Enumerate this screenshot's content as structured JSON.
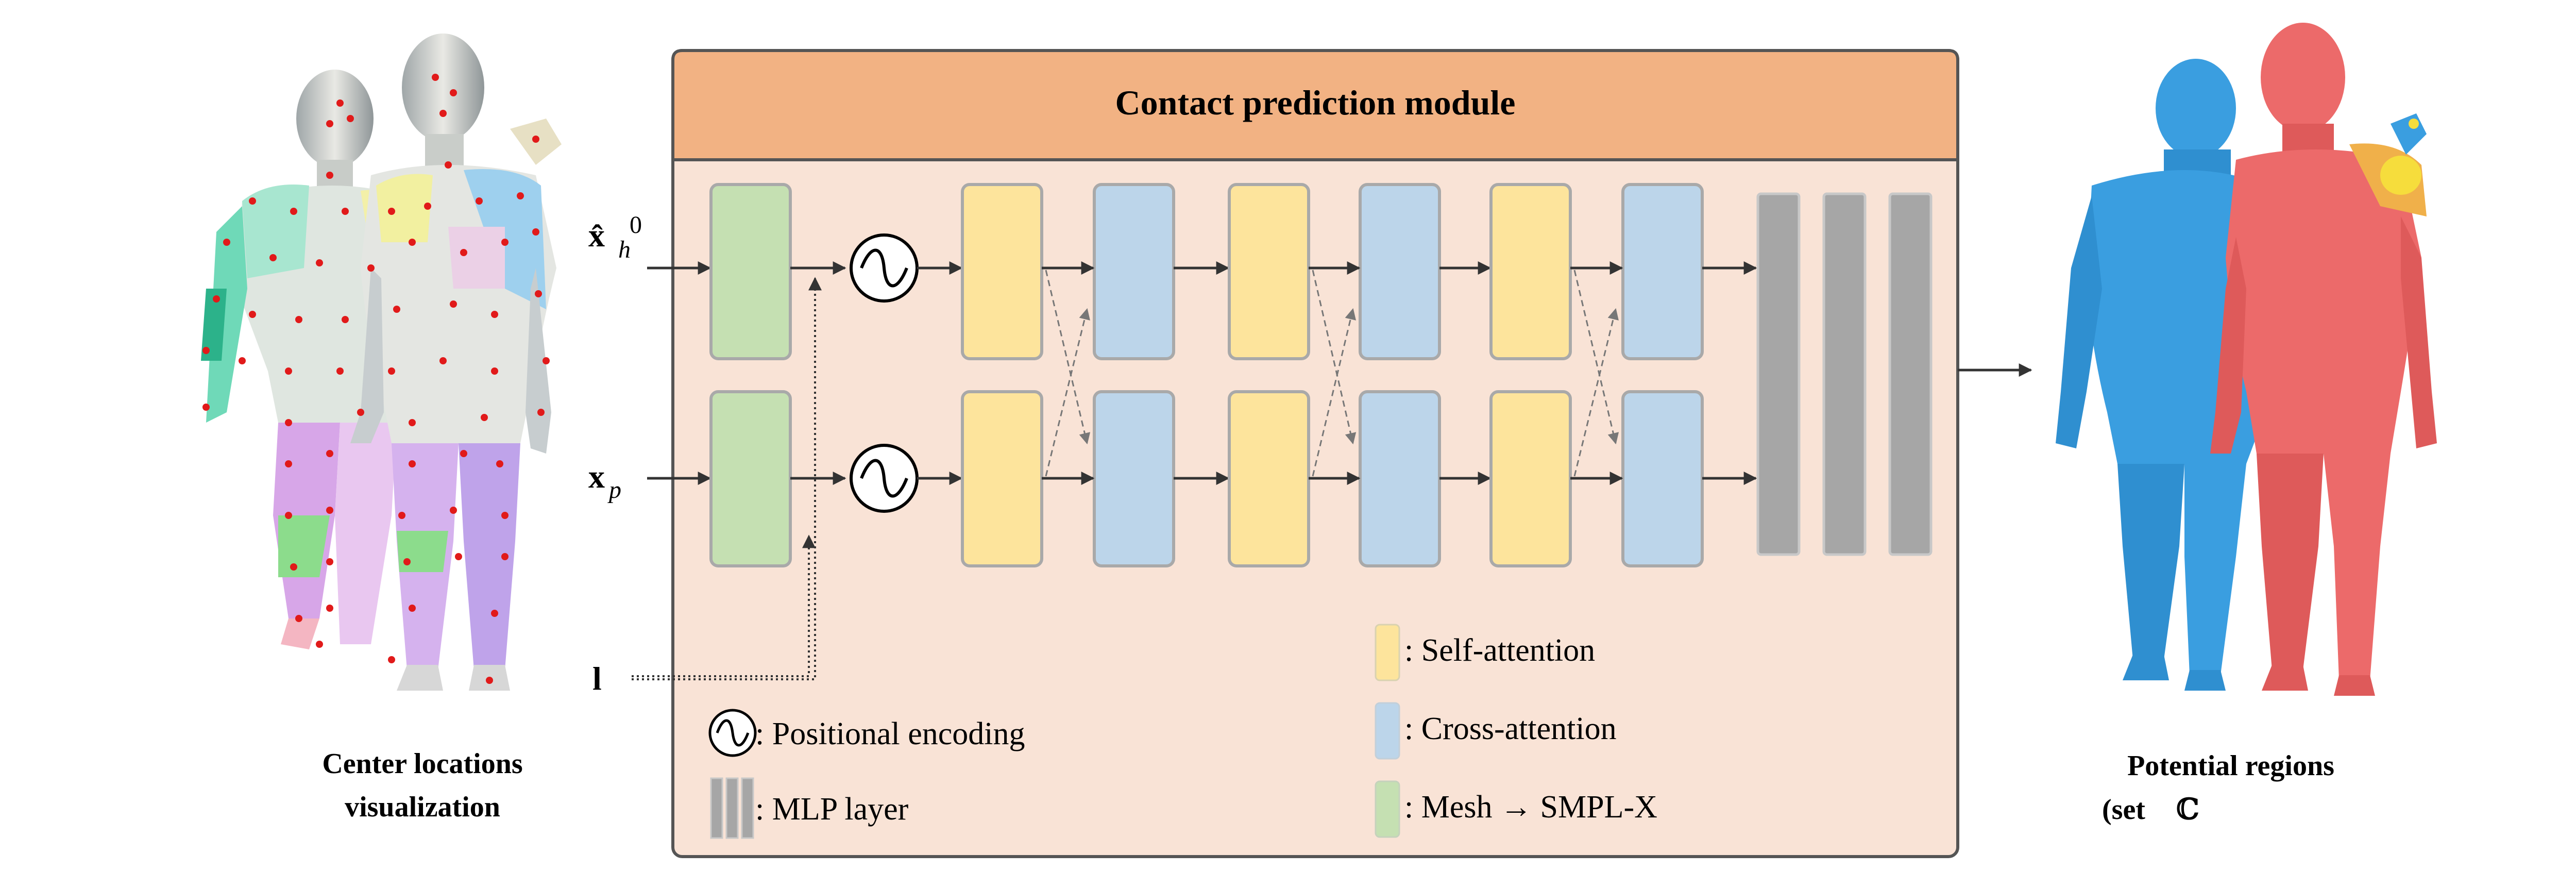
{
  "module": {
    "title": "Contact prediction module",
    "header_color": "#f2b283",
    "body_color": "#f9e3d6",
    "border_color": "#555555"
  },
  "inputs": [
    {
      "label": "x̂",
      "sub": "h",
      "sup": "0"
    },
    {
      "label": "x",
      "sub": "p",
      "sup": ""
    },
    {
      "label": "l",
      "sub": "",
      "sup": ""
    }
  ],
  "legend": {
    "positional_encoding": ": Positional encoding",
    "mlp_layer": ": MLP layer",
    "self_attention": ": Self-attention",
    "cross_attention": ": Cross-attention",
    "mesh_smplx": ": Mesh → SMPL-X"
  },
  "colors": {
    "self_attention": "#fde49c",
    "cross_attention": "#bcd5ea",
    "mesh_smplx": "#c5e0b2",
    "mlp": "#a6a6a6",
    "person_blue": "#3a9ee0",
    "person_red": "#ec6a6a",
    "contact_yellow": "#f6dd3c"
  },
  "captions": {
    "left_line1": "Center locations",
    "left_line2": "visualization",
    "right_line1": "Potential regions",
    "right_line2": "(set"
  }
}
